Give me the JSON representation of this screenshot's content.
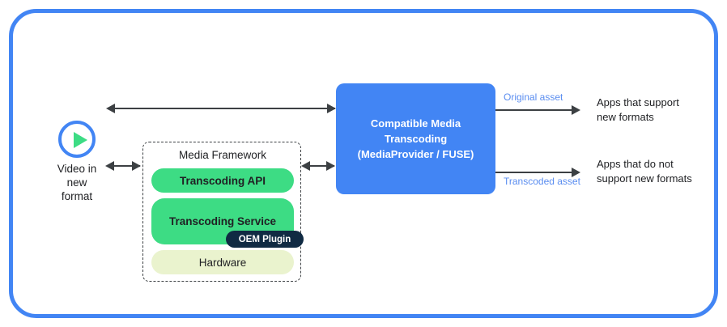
{
  "diagram": {
    "frame": {
      "name": "compatible-media-transcoding-overview",
      "border_color": "#4285F4"
    },
    "source": {
      "icon": "play-circle-icon",
      "label": "Video in\nnew\nformat",
      "label_lines": [
        "Video in",
        "new",
        "format"
      ],
      "ring_color": "#4285F4",
      "triangle_color": "#3DDC84"
    },
    "framework": {
      "title": "Media Framework",
      "items": [
        {
          "label": "Transcoding API",
          "color": "#3DDC84"
        },
        {
          "label": "Transcoding Service",
          "color": "#3DDC84"
        },
        {
          "label": "Hardware",
          "color": "#EAF3CE"
        }
      ],
      "badge": {
        "label": "OEM Plugin",
        "color": "#102A43"
      }
    },
    "core": {
      "title_lines": [
        "Compatible Media",
        "Transcoding",
        "(MediaProvider / FUSE)"
      ],
      "color": "#4285F4"
    },
    "outputs": [
      {
        "asset_label": "Original asset",
        "asset_color": "#5A8DF0",
        "consumer_lines": [
          "Apps that support",
          "new formats"
        ]
      },
      {
        "asset_label": "Transcoded asset",
        "asset_color": "#5A8DF0",
        "consumer_lines": [
          "Apps that do not",
          "support new formats"
        ]
      }
    ],
    "connectors": [
      {
        "name": "video-to-core",
        "direction": "bidirectional"
      },
      {
        "name": "video-to-framework",
        "direction": "bidirectional"
      },
      {
        "name": "framework-to-core",
        "direction": "bidirectional"
      },
      {
        "name": "core-to-supporting-apps",
        "direction": "right"
      },
      {
        "name": "core-to-nonsupporting-apps",
        "direction": "right"
      }
    ]
  }
}
